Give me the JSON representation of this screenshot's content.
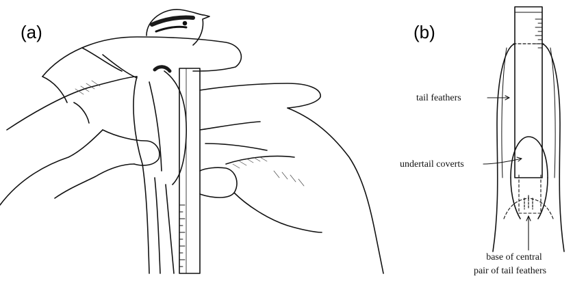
{
  "panels": {
    "a": {
      "label": "(a)"
    },
    "b": {
      "label": "(b)",
      "annotations": {
        "tail_feathers": "tail feathers",
        "undertail_coverts": "undertail coverts",
        "base_line1": "base of central",
        "base_line2": "pair of tail feathers"
      }
    }
  },
  "icons": {
    "panel_a_illustration": "hands-holding-bird-with-ruler-icon",
    "panel_b_illustration": "tail-ruler-diagram-icon"
  }
}
